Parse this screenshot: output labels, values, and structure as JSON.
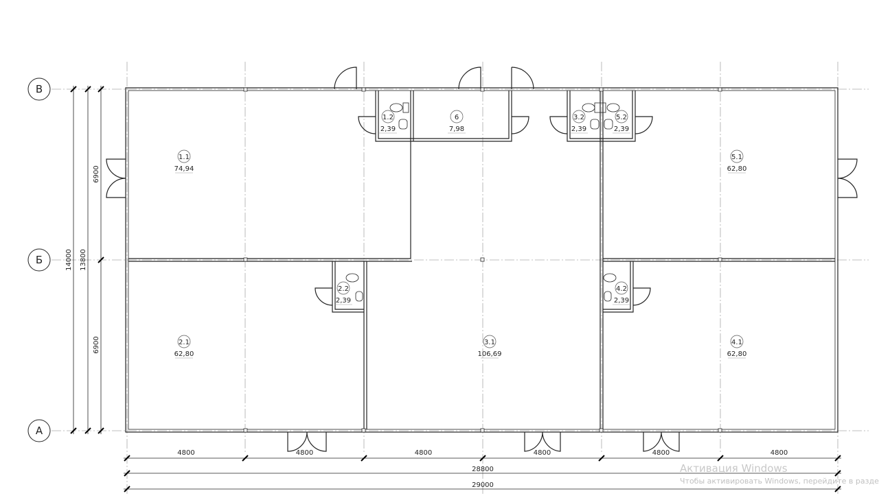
{
  "axes_rows": [
    "В",
    "Б",
    "А"
  ],
  "rooms": [
    {
      "id": "1.1",
      "area": "74,94"
    },
    {
      "id": "5.1",
      "area": "62,80"
    },
    {
      "id": "2.1",
      "area": "62,80"
    },
    {
      "id": "3.1",
      "area": "106,69"
    },
    {
      "id": "4.1",
      "area": "62,80"
    },
    {
      "id": "1.2",
      "area": "2,39"
    },
    {
      "id": "6",
      "area": "7,98"
    },
    {
      "id": "3.2",
      "area": "2,39"
    },
    {
      "id": "5.2",
      "area": "2,39"
    },
    {
      "id": "2.2",
      "area": "2,39"
    },
    {
      "id": "4.2",
      "area": "2,39"
    }
  ],
  "dims_bottom": [
    "4800",
    "4800",
    "4800",
    "4800",
    "4800",
    "4800"
  ],
  "dim_total_inner": "28800",
  "dim_total_outer": "29000",
  "dims_left": [
    "6900",
    "6900"
  ],
  "dim_left_inner": "13800",
  "dim_left_outer": "14000",
  "watermark": {
    "title": "Активация Windows",
    "text": "Чтобы активировать Windows, перейдите в раздел"
  }
}
